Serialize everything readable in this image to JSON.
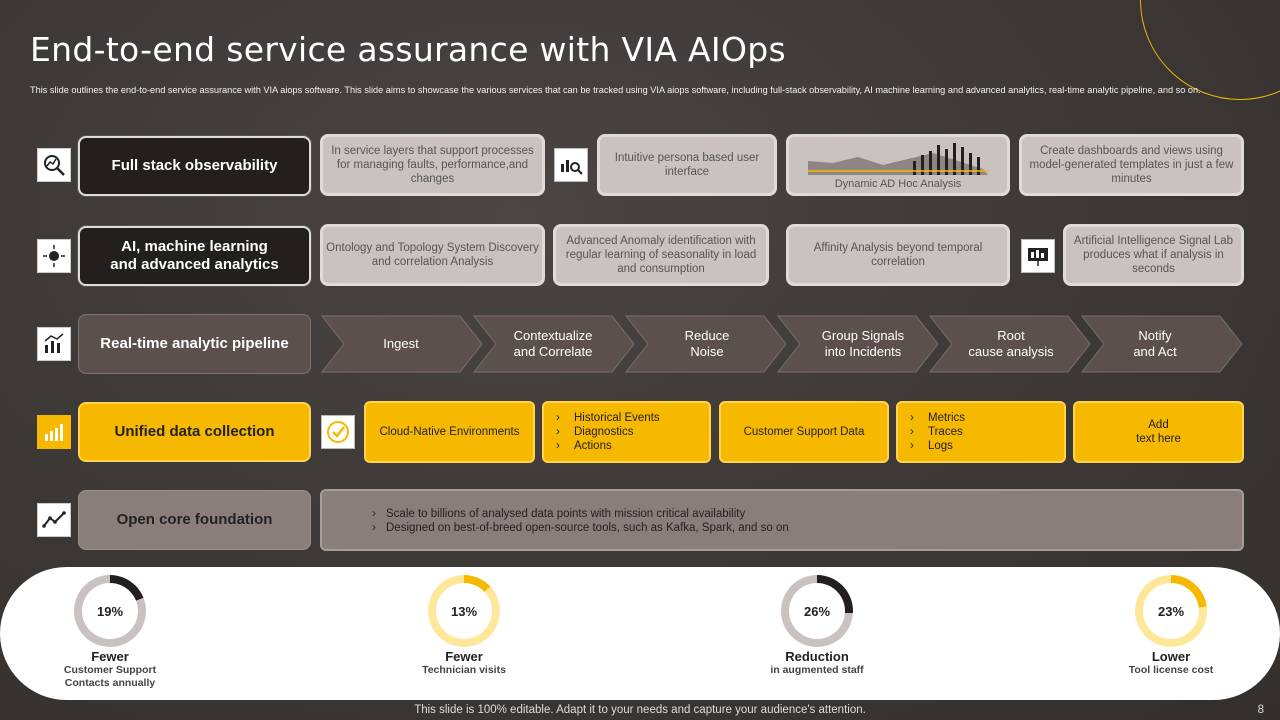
{
  "title": "End-to-end service assurance with VIA AIOps",
  "description": "This slide outlines the end-to-end service assurance with VIA aiops software. This slide aims to showcase the various services that can be tracked using VIA aiops software, including full-stack observability, AI machine learning and advanced analytics, real-time analytic pipeline, and so on.",
  "rows": {
    "full_stack": {
      "label": "Full stack observability",
      "cards": [
        "In service layers that support processes for managing faults, performance,and changes",
        "Intuitive persona based user interface",
        "Dynamic AD Hoc Analysis",
        "Create dashboards and views using model-generated templates in just a few minutes"
      ]
    },
    "ai_ml": {
      "label_line1": "AI, machine learning",
      "label_line2": "and advanced analytics",
      "cards": [
        "Ontology and Topology System Discovery and correlation Analysis",
        "Advanced Anomaly identification with regular learning of seasonality in load and consumption",
        "Affinity Analysis beyond temporal correlation",
        "Artificial Intelligence Signal Lab produces what if analysis in seconds"
      ]
    },
    "pipeline": {
      "label": "Real-time analytic pipeline",
      "steps": [
        {
          "line1": "Ingest",
          "line2": ""
        },
        {
          "line1": "Contextualize",
          "line2": "and Correlate"
        },
        {
          "line1": "Reduce",
          "line2": "Noise"
        },
        {
          "line1": "Group Signals",
          "line2": "into Incidents"
        },
        {
          "line1": "Root",
          "line2": "cause analysis"
        },
        {
          "line1": "Notify",
          "line2": "and Act"
        }
      ]
    },
    "unified": {
      "label": "Unified data collection",
      "cloud_native": "Cloud-Native Environments",
      "events_list": [
        "Historical Events",
        "Diagnostics",
        "Actions"
      ],
      "support_data": "Customer Support Data",
      "metrics_list": [
        "Metrics",
        "Traces",
        "Logs"
      ],
      "add_text_line1": "Add",
      "add_text_line2": "text here"
    },
    "core": {
      "label": "Open core foundation",
      "bullets": [
        "Scale to billions of analysed data points with mission critical availability",
        "Designed on best-of-breed open-source tools, such as Kafka, Spark, and so on"
      ]
    }
  },
  "stats": [
    {
      "percent_label": "19%",
      "percent": 19,
      "headline": "Fewer",
      "line1": "Customer Support",
      "line2": "Contacts annually",
      "color": "#231f1e",
      "track": "#c9c2c0"
    },
    {
      "percent_label": "13%",
      "percent": 13,
      "headline": "Fewer",
      "line1": "Technician visits",
      "line2": "",
      "color": "#f7b800",
      "track": "#ffe79a"
    },
    {
      "percent_label": "26%",
      "percent": 26,
      "headline": "Reduction",
      "line1": "in augmented staff",
      "line2": "",
      "color": "#231f1e",
      "track": "#c9c2c0"
    },
    {
      "percent_label": "23%",
      "percent": 23,
      "headline": "Lower",
      "line1": "Tool license cost",
      "line2": "",
      "color": "#f7b800",
      "track": "#ffe79a"
    }
  ],
  "footer": "This slide is 100% editable. Adapt it to your needs and capture your audience's attention.",
  "page_number": "8",
  "colors": {
    "accent": "#f7b800",
    "dark": "#231f1e",
    "pipeline": "#5b504c"
  },
  "icons": [
    "chart-magnifier-icon",
    "analytics-magnifier-icon",
    "sun-network-icon",
    "presentation-icon",
    "people-chart-icon",
    "bar-chart-icon",
    "check-badge-icon",
    "line-trend-icon"
  ]
}
